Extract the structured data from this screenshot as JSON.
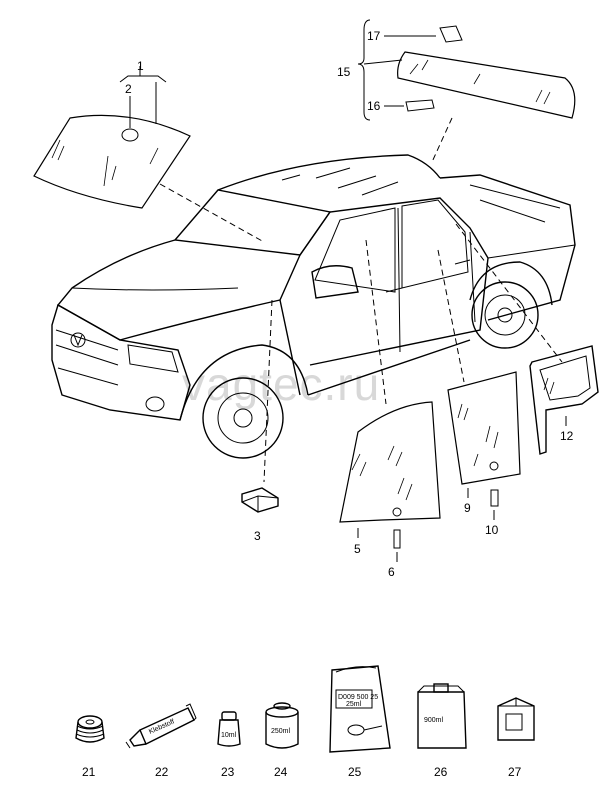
{
  "watermark": "vagtec.ru",
  "callouts": {
    "c1": "1",
    "c2": "2",
    "c3": "3",
    "c5": "5",
    "c6": "6",
    "c9": "9",
    "c10": "10",
    "c12": "12",
    "c15": "15",
    "c16": "16",
    "c17": "17",
    "c21": "21",
    "c22": "22",
    "c23": "23",
    "c24": "24",
    "c25": "25",
    "c26": "26",
    "c27": "27"
  },
  "product_text": {
    "tube": "Klebstoff",
    "bottle_10": "10ml",
    "can_250": "250ml",
    "pack_code": "D009 500 25",
    "pack_weight": "25ml",
    "canister_900": "900ml"
  }
}
